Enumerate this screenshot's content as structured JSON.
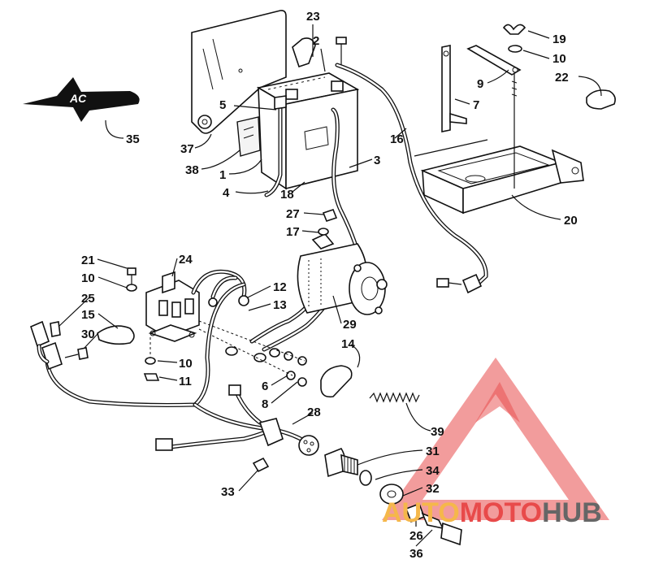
{
  "diagram": {
    "callouts": [
      {
        "id": "c23",
        "label": "23"
      },
      {
        "id": "c2",
        "label": "2"
      },
      {
        "id": "c19",
        "label": "19"
      },
      {
        "id": "c10a",
        "label": "10"
      },
      {
        "id": "c22",
        "label": "22"
      },
      {
        "id": "c9",
        "label": "9"
      },
      {
        "id": "c7",
        "label": "7"
      },
      {
        "id": "c5",
        "label": "5"
      },
      {
        "id": "c16",
        "label": "16"
      },
      {
        "id": "c35",
        "label": "35"
      },
      {
        "id": "c37",
        "label": "37"
      },
      {
        "id": "c3",
        "label": "3"
      },
      {
        "id": "c38",
        "label": "38"
      },
      {
        "id": "c1",
        "label": "1"
      },
      {
        "id": "c4",
        "label": "4"
      },
      {
        "id": "c18",
        "label": "18"
      },
      {
        "id": "c20",
        "label": "20"
      },
      {
        "id": "c27",
        "label": "27"
      },
      {
        "id": "c17",
        "label": "17"
      },
      {
        "id": "c21",
        "label": "21"
      },
      {
        "id": "c24",
        "label": "24"
      },
      {
        "id": "c10b",
        "label": "10"
      },
      {
        "id": "c12",
        "label": "12"
      },
      {
        "id": "c25",
        "label": "25"
      },
      {
        "id": "c13",
        "label": "13"
      },
      {
        "id": "c15",
        "label": "15"
      },
      {
        "id": "c29",
        "label": "29"
      },
      {
        "id": "c30",
        "label": "30"
      },
      {
        "id": "c14",
        "label": "14"
      },
      {
        "id": "c10c",
        "label": "10"
      },
      {
        "id": "c11",
        "label": "11"
      },
      {
        "id": "c6",
        "label": "6"
      },
      {
        "id": "c8",
        "label": "8"
      },
      {
        "id": "c28",
        "label": "28"
      },
      {
        "id": "c39",
        "label": "39"
      },
      {
        "id": "c31",
        "label": "31"
      },
      {
        "id": "c34",
        "label": "34"
      },
      {
        "id": "c33",
        "label": "33"
      },
      {
        "id": "c32",
        "label": "32"
      },
      {
        "id": "c26",
        "label": "26"
      },
      {
        "id": "c36",
        "label": "36"
      }
    ]
  },
  "watermark": {
    "part1": "AUTO",
    "part2": "MOTO",
    "part3": "HUB",
    "color1": "#f5b74a",
    "color2": "#e84a4a",
    "color3": "#666666"
  },
  "logo": {
    "text": "AC"
  }
}
